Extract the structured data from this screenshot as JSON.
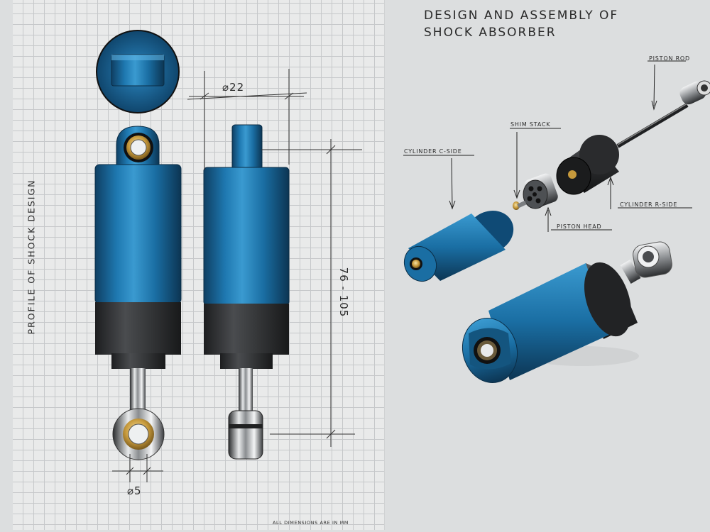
{
  "header": {
    "title_line1": "Design and Assembly of",
    "title_line2": "Shock Absorber"
  },
  "side_label": "Profile of Shock Design",
  "dimensions": {
    "diameter_body": "⌀22",
    "diameter_rod": "⌀5",
    "length_range": "76 - 105"
  },
  "footnote": "All dimensions are in mm",
  "parts": {
    "piston_rod": "Piston Rod",
    "shim_stack": "Shim Stack",
    "cylinder_c_side": "Cylinder C-Side",
    "cylinder_r_side": "Cylinder R-Side",
    "piston_head": "Piston Head"
  },
  "colors": {
    "body_blue": "#1a6ea3",
    "cap_black": "#2f3133",
    "grid_line": "#c6c8ca",
    "background": "#dcdedf"
  }
}
